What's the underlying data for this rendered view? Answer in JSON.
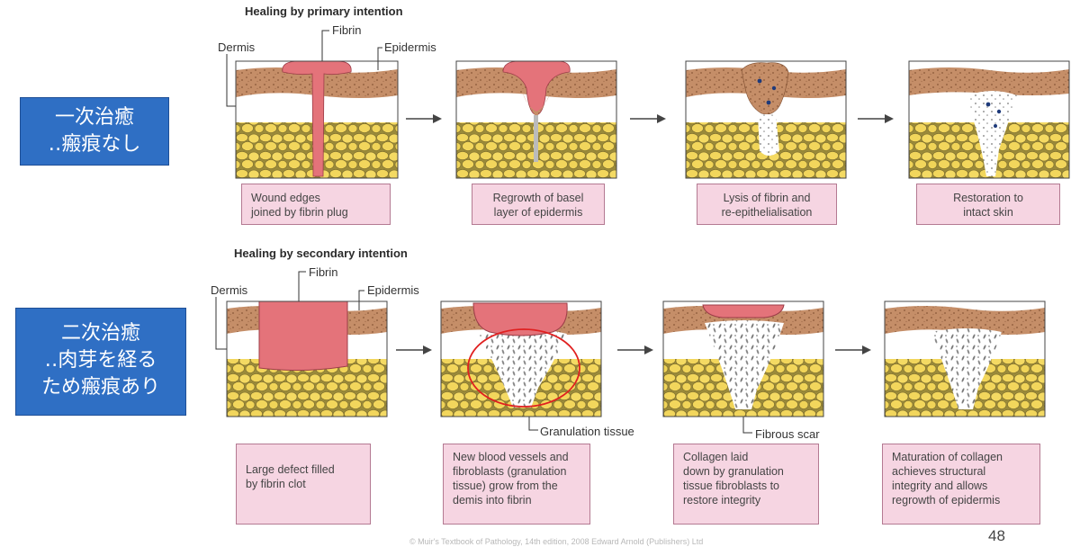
{
  "top": {
    "title": "Healing by primary intention",
    "labels": {
      "dermis": "Dermis",
      "fibrin": "Fibrin",
      "epidermis": "Epidermis"
    },
    "jp_lines": [
      "一次治癒",
      "‥瘢痕なし"
    ],
    "captions": [
      [
        "Wound edges",
        "joined by fibrin plug"
      ],
      [
        "Regrowth of basel",
        "layer of epidermis"
      ],
      [
        "Lysis of fibrin and",
        "re-epithelialisation"
      ],
      [
        "Restoration to",
        "intact skin"
      ]
    ]
  },
  "bottom": {
    "title": "Healing by secondary intention",
    "labels": {
      "dermis": "Dermis",
      "fibrin": "Fibrin",
      "epidermis": "Epidermis",
      "granulation": "Granulation tissue",
      "fibrous_scar": "Fibrous scar"
    },
    "jp_lines": [
      "二次治癒",
      "‥肉芽を経る",
      "ため瘢痕あり"
    ],
    "captions": [
      [
        "Large defect filled",
        "by fibrin clot"
      ],
      [
        "New blood vessels and",
        "fibroblasts (granulation",
        "tissue) grow from the",
        "demis into fibrin"
      ],
      [
        "Collagen laid",
        "down by granulation",
        "tissue fibroblasts to",
        "restore integrity"
      ],
      [
        "Maturation of collagen",
        "achieves structural",
        "integrity and allows",
        "regrowth of epidermis"
      ]
    ]
  },
  "colors": {
    "epidermis": "#c58e68",
    "dermis": "#ffffff",
    "fat": "#f2d65c",
    "fibrin": "#e4737a",
    "caption_bg": "#f6d5e2",
    "jp_box": "#2f6fc4",
    "highlight": "#e02020"
  },
  "footer": "© Muir's Textbook of Pathology, 14th edition, 2008 Edward Arnold (Publishers) Ltd",
  "page_number": "48"
}
